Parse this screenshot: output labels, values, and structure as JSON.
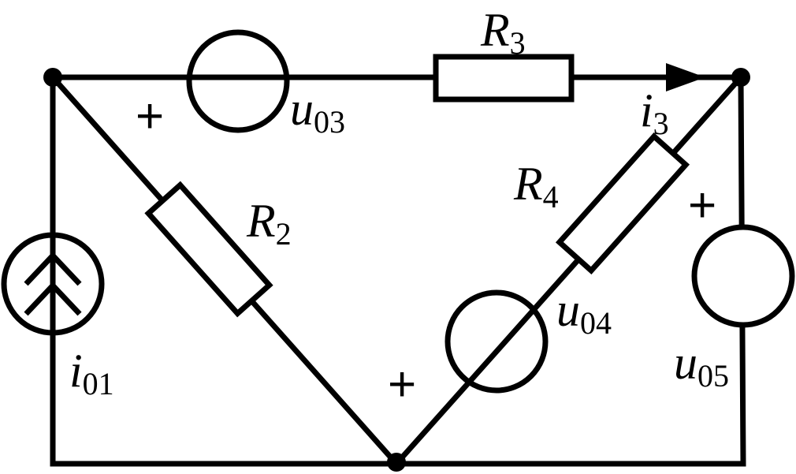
{
  "labels": {
    "R3": {
      "main": "R",
      "sub": "3"
    },
    "R2": {
      "main": "R",
      "sub": "2"
    },
    "R4": {
      "main": "R",
      "sub": "4"
    },
    "u03": {
      "main": "u",
      "sub": "03"
    },
    "u04": {
      "main": "u",
      "sub": "04"
    },
    "u05": {
      "main": "u",
      "sub": "05"
    },
    "i01": {
      "main": "i",
      "sub": "01"
    },
    "i3": {
      "main": "i",
      "sub": "3"
    }
  },
  "signs": {
    "u03_plus": "+",
    "u04_plus": "+",
    "u05_plus": "+"
  }
}
